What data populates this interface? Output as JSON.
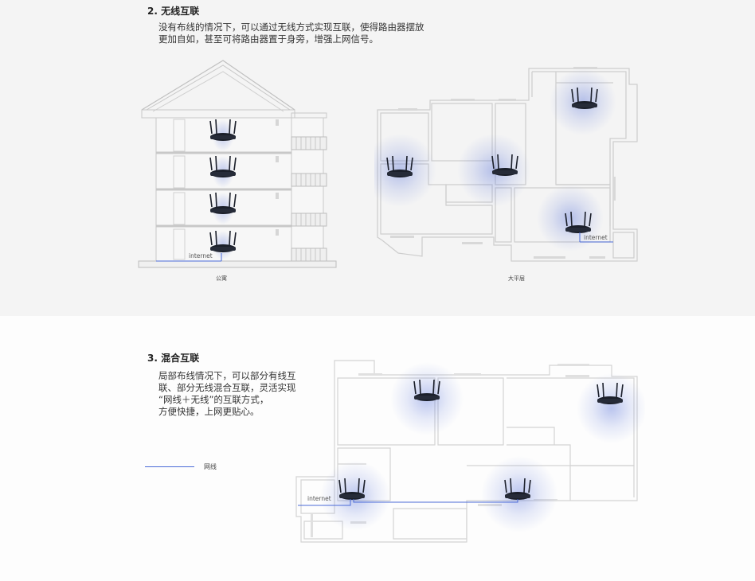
{
  "section1": {
    "title": "2. 无线互联",
    "desc": [
      "没有布线的情况下，可以通过无线方式实现互联，使得路由器摆放",
      "更加自如，甚至可将路由器置于身旁，增强上网信号。"
    ],
    "apartment_caption": "公寓",
    "flat_caption": "大平层",
    "internet_label": "internet"
  },
  "section2": {
    "title": "3. 混合互联",
    "desc": [
      "局部布线情况下，可以部分有线互",
      "联、部分无线混合互联，灵活实现",
      "“网线＋无线”的互联方式，",
      "方便快捷，上网更贴心。"
    ],
    "legend_label": "网线",
    "internet_label": "internet"
  },
  "colors": {
    "wire": "#4a6ad8",
    "wave": "#5570d8",
    "router": "#1b1f2a",
    "wall": "#c8c8c8"
  }
}
